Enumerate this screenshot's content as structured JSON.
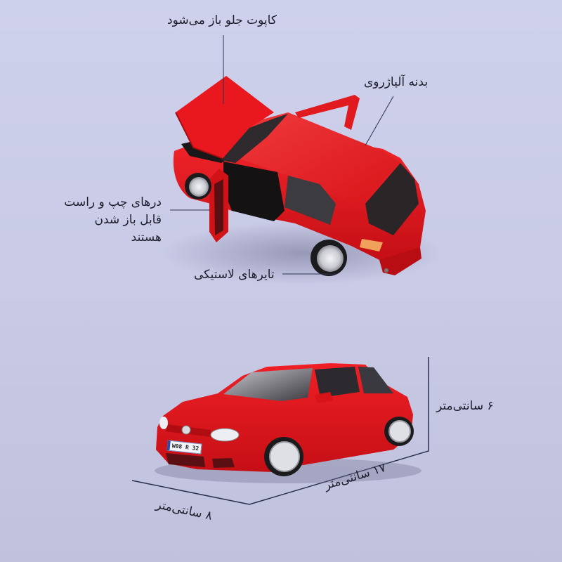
{
  "background": {
    "top_color": "#ced1ec",
    "bottom_color": "#c0c2dd"
  },
  "product": {
    "car_color": "#e0141b",
    "car_dark_color": "#a30b10"
  },
  "top_view": {
    "callouts": [
      {
        "id": "hood",
        "text": "کاپوت جلو باز می‌شود"
      },
      {
        "id": "body",
        "text": "بدنه آلیاژروی"
      },
      {
        "id": "doors",
        "text": "درهای چپ و راست\nقابل باز شدن هستند"
      },
      {
        "id": "tires",
        "text": "تایرهای لاستیکی"
      }
    ]
  },
  "dimensions_view": {
    "license_plate": "W08 R 32",
    "height_label": "۶ سانتی‌متر",
    "length_label": "۱۷ سانتی‌متر",
    "width_label": "۸ سانتی‌متر"
  }
}
